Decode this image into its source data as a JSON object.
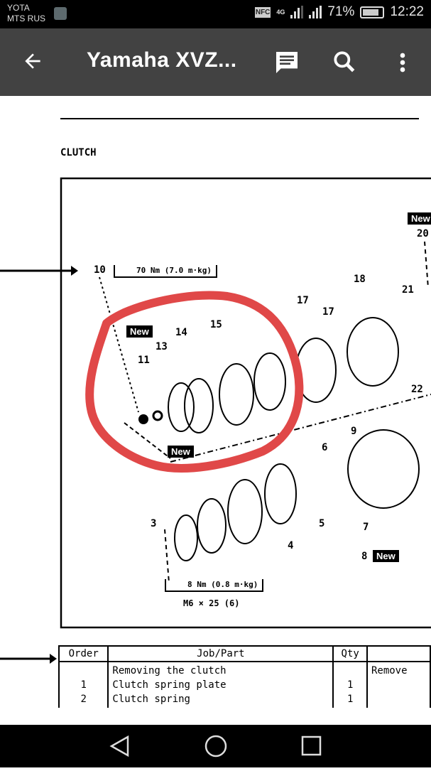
{
  "status_bar": {
    "carrier1": "YOTA",
    "carrier2": "MTS RUS",
    "nfc": "NFC",
    "network": "4G",
    "battery": "71%",
    "time": "12:22"
  },
  "app_bar": {
    "title": "Yamaha XVZ...",
    "icons": [
      "back-arrow-icon",
      "comment-icon",
      "search-icon",
      "more-vert-icon"
    ]
  },
  "document": {
    "section_title": "CLUTCH",
    "torque_top": "70 Nm (7.0 m·kg)",
    "torque_bottom": "8 Nm (0.8 m·kg)",
    "bolt_spec": "M6 × 25 (6)",
    "new_label": "New",
    "part_numbers": {
      "p10": "10",
      "p11": "11",
      "p13": "13",
      "p14": "14",
      "p15": "15",
      "p16": "17",
      "p17": "17",
      "p18": "18",
      "p20": "20",
      "p21": "21",
      "p22": "22",
      "p9": "9",
      "p6": "6",
      "p5": "5",
      "p7": "7",
      "p8": "8",
      "p4": "4",
      "p3": "3"
    },
    "table": {
      "headers": [
        "Order",
        "Job/Part",
        "Qty",
        ""
      ],
      "rows": [
        {
          "order": "",
          "part": "Removing the clutch",
          "qty": "",
          "remark": "Remove"
        },
        {
          "order": "1",
          "part": "Clutch spring plate",
          "qty": "1",
          "remark": ""
        },
        {
          "order": "2",
          "part": "Clutch spring",
          "qty": "1",
          "remark": ""
        }
      ]
    },
    "annotation_color": "#e04848"
  }
}
